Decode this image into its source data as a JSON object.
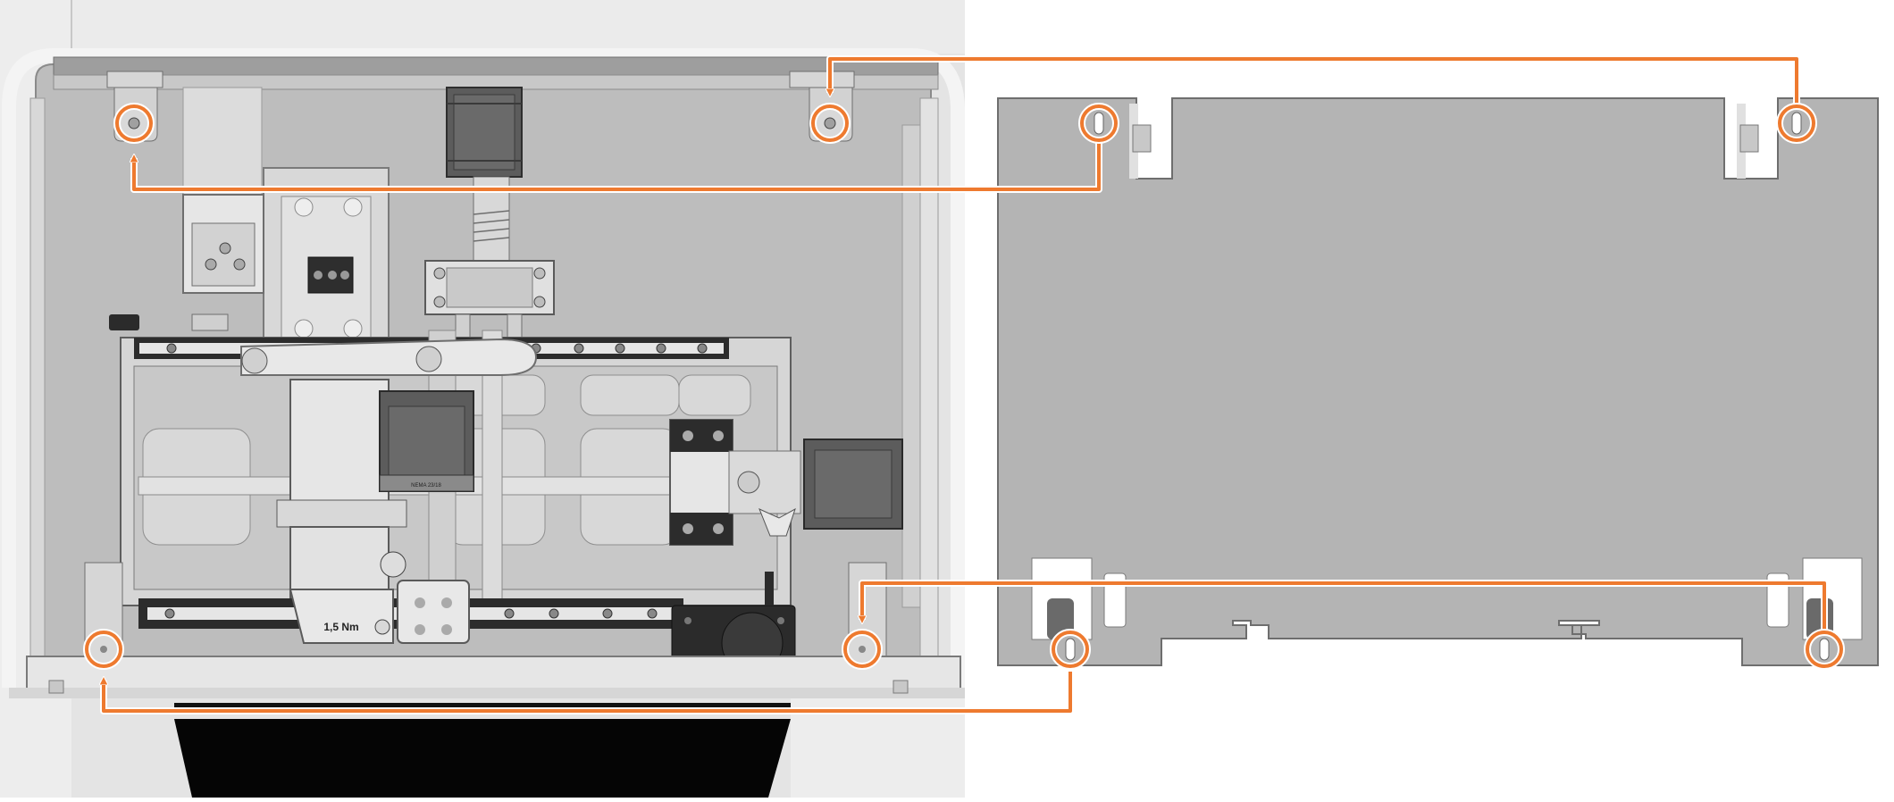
{
  "diagram": {
    "torque_label": "1,5 Nm",
    "motor_tag": "NEMA 23/18",
    "colors": {
      "accent_orange": "#EE7A2F",
      "housing": "#E4E4E4",
      "frame_gray": "#BDBDBD",
      "plate_gray": "#B4B4B4",
      "dark_part": "#2B2B2B",
      "motor_gray": "#5C5C5C"
    },
    "connections": [
      {
        "from": "plate-top-right-hole",
        "to": "machine-top-right-screw"
      },
      {
        "from": "plate-top-left-hole",
        "to": "machine-top-left-screw"
      },
      {
        "from": "plate-bottom-right-hole",
        "to": "machine-bottom-right-screw"
      },
      {
        "from": "plate-bottom-left-hole",
        "to": "machine-bottom-left-screw"
      }
    ]
  }
}
